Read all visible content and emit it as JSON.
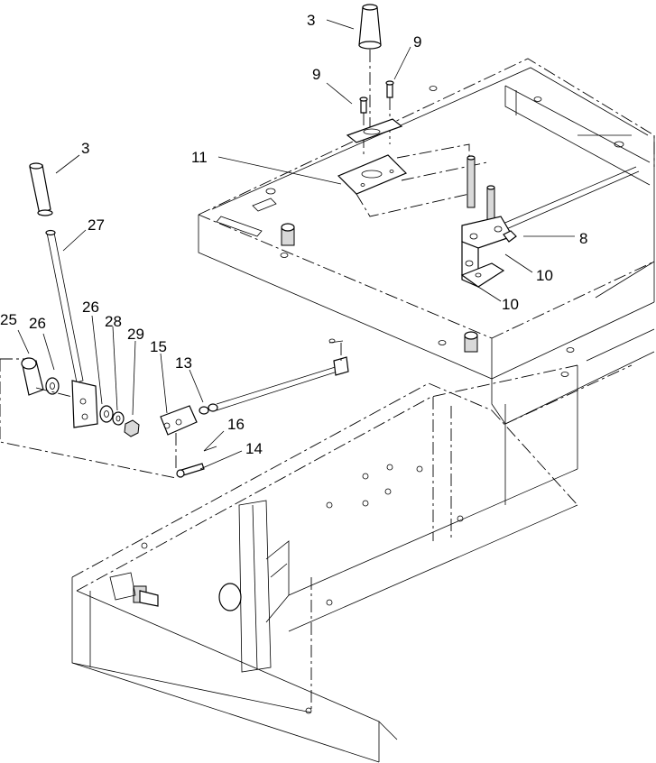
{
  "callouts": [
    {
      "id": "c-3-top",
      "label": "3"
    },
    {
      "id": "c-9-right",
      "label": "9"
    },
    {
      "id": "c-9-left",
      "label": "9"
    },
    {
      "id": "c-11",
      "label": "11"
    },
    {
      "id": "c-3-left",
      "label": "3"
    },
    {
      "id": "c-27",
      "label": "27"
    },
    {
      "id": "c-8",
      "label": "8"
    },
    {
      "id": "c-10-upper",
      "label": "10"
    },
    {
      "id": "c-10-lower",
      "label": "10"
    },
    {
      "id": "c-25",
      "label": "25"
    },
    {
      "id": "c-26-left",
      "label": "26"
    },
    {
      "id": "c-26-right",
      "label": "26"
    },
    {
      "id": "c-28",
      "label": "28"
    },
    {
      "id": "c-29",
      "label": "29"
    },
    {
      "id": "c-15",
      "label": "15"
    },
    {
      "id": "c-13",
      "label": "13"
    },
    {
      "id": "c-16",
      "label": "16"
    },
    {
      "id": "c-14",
      "label": "14"
    }
  ]
}
